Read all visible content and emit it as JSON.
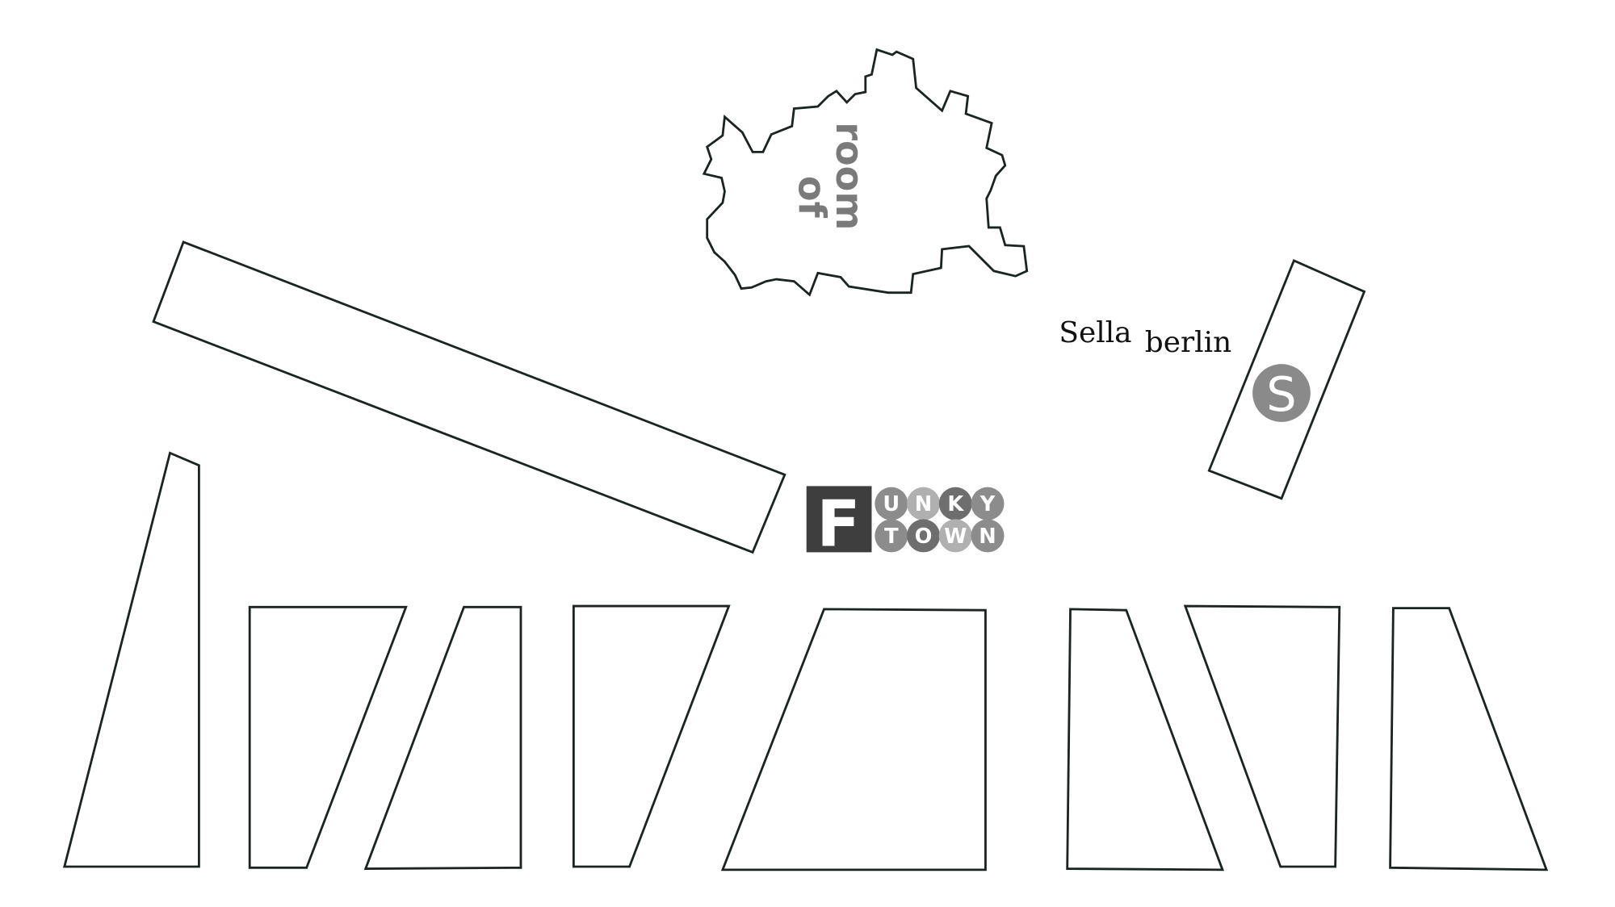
{
  "labels": {
    "room": "room",
    "of": "of",
    "sella": "Sella",
    "berlin": "berlin",
    "sella_mark": "S",
    "funky_f": "F",
    "funky_row1": [
      "U",
      "N",
      "K",
      "Y"
    ],
    "funky_row2": [
      "T",
      "O",
      "W",
      "N"
    ]
  },
  "colors": {
    "outline": "#1b2420",
    "logo_gray": "#7a7a7a",
    "funky_dark": "#3e3e3e",
    "circles_row1": [
      "#8c8c8c",
      "#b0b0b0",
      "#6e6e6e",
      "#8c8c8c"
    ],
    "circles_row2": [
      "#8c8c8c",
      "#6e6e6e",
      "#b0b0b0",
      "#8c8c8c"
    ]
  }
}
